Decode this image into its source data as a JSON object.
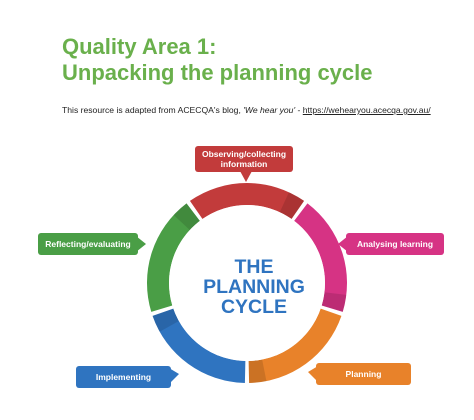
{
  "title": {
    "line1": "Quality Area 1:",
    "line2": "Unpacking the planning cycle"
  },
  "source": {
    "prefix": "This resource is adapted from ACECQA's blog,",
    "quote": "'We hear you'",
    "dash": "-",
    "url": "https://wehearyou.acecqa.gov.au/"
  },
  "center": {
    "line1": "THE",
    "line2": "PLANNING",
    "line3": "CYCLE"
  },
  "stages": [
    {
      "label": "Observing/collecting information",
      "color": "#c23b3b"
    },
    {
      "label": "Analysing learning",
      "color": "#d63384"
    },
    {
      "label": "Planning",
      "color": "#e8822a"
    },
    {
      "label": "Implementing",
      "color": "#2f74c0"
    },
    {
      "label": "Reflecting/evaluating",
      "color": "#4a9e46"
    }
  ]
}
